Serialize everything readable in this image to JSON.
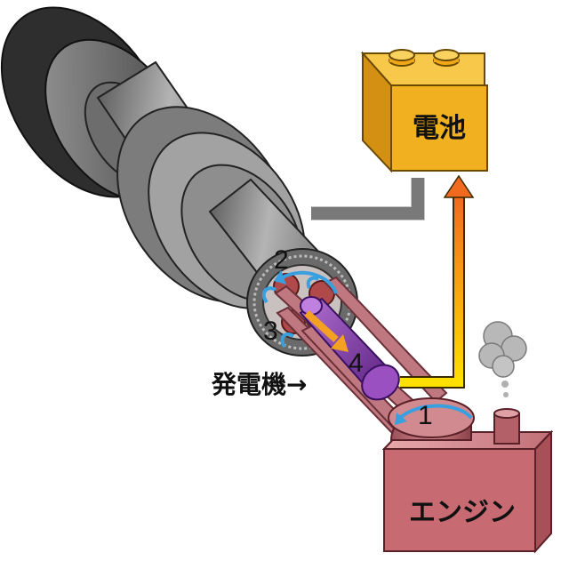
{
  "labels": {
    "battery": "電池",
    "engine": "エンジン",
    "generator": "発電機→",
    "num1": "1",
    "num2": "2",
    "num3": "3",
    "num4": "4"
  },
  "colors": {
    "shaft_gray": "#8a8a8a",
    "battery": "#f0b020",
    "engine": "#c86a72",
    "generator": "#8a3ab0",
    "rotation_arrow": "#39a0e0",
    "flow_arrow": "#f08020"
  }
}
